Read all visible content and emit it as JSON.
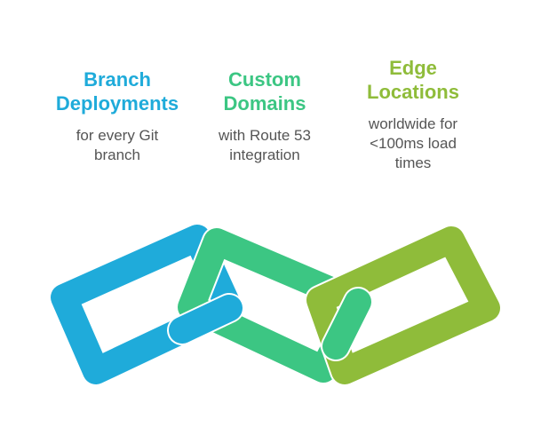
{
  "colors": {
    "blue": "#1fabda",
    "green": "#3cc683",
    "olive": "#8fbc3a"
  },
  "items": [
    {
      "title_lines": [
        "Branch",
        "Deployments"
      ],
      "desc_lines": [
        "for every Git",
        "branch"
      ]
    },
    {
      "title_lines": [
        "Custom",
        "Domains"
      ],
      "desc_lines": [
        "with Route 53",
        "integration"
      ]
    },
    {
      "title_lines": [
        "Edge",
        "Locations"
      ],
      "desc_lines": [
        "worldwide for",
        "<100ms load",
        "times"
      ]
    }
  ]
}
